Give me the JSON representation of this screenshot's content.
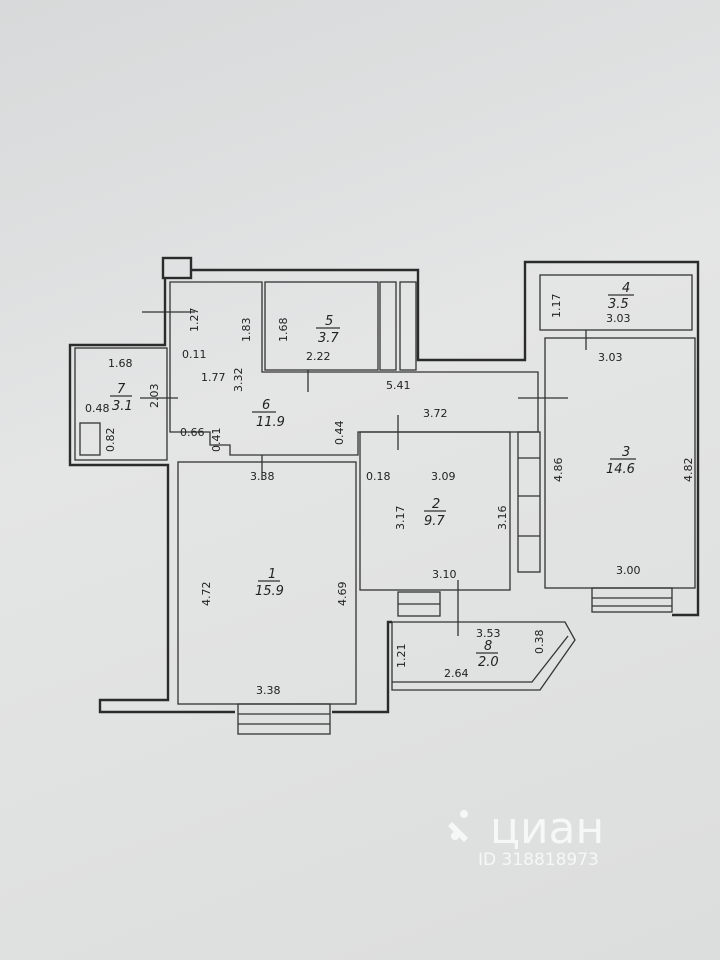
{
  "rooms": [
    {
      "id": "r1",
      "number": "1",
      "area": "15.9"
    },
    {
      "id": "r2",
      "number": "2",
      "area": "9.7"
    },
    {
      "id": "r3",
      "number": "3",
      "area": "14.6"
    },
    {
      "id": "r4",
      "number": "4",
      "area": "3.5"
    },
    {
      "id": "r5",
      "number": "5",
      "area": "3.7"
    },
    {
      "id": "r6",
      "number": "6",
      "area": "11.9"
    },
    {
      "id": "r7",
      "number": "7",
      "area": "3.1"
    },
    {
      "id": "r8",
      "number": "8",
      "area": "2.0"
    }
  ],
  "dimensions": {
    "d1_left": "4.72",
    "d1_right": "4.69",
    "d1_top": "3.38",
    "d1_bottom": "3.38",
    "d2_top": "3.09",
    "d2_left": "3.17",
    "d2_right": "3.16",
    "d2_bottom": "3.10",
    "d2_corner": "0.18",
    "d3_top": "3.03",
    "d3_left": "4.86",
    "d3_right": "4.82",
    "d3_bottom": "3.00",
    "d4_left": "1.17",
    "d4_bottom": "3.03",
    "d5_left": "1.68",
    "d5_bottom": "2.22",
    "d6_a": "1.27",
    "d6_b": "1.83",
    "d6_c": "0.11",
    "d6_d": "1.77",
    "d6_e": "3.32",
    "d6_f": "5.41",
    "d6_g": "3.72",
    "d6_h": "0.44",
    "d6_i": "0.66",
    "d6_j": "0.41",
    "d7_top": "1.68",
    "d7_a": "0.48",
    "d7_b": "2.03",
    "d7_c": "0.82",
    "d8_top": "3.53",
    "d8_left": "1.21",
    "d8_bottom": "2.64",
    "d8_right": "0.38"
  },
  "watermark": {
    "brand": "циан",
    "id_text": "ID 318818973"
  }
}
